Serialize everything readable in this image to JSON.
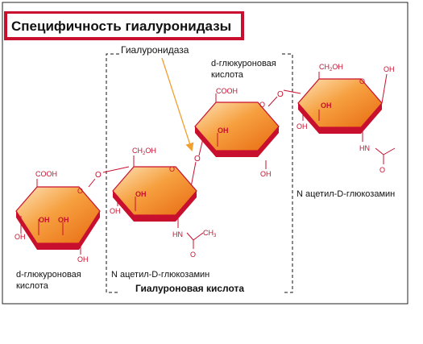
{
  "title": "Специфичность гиалуронидазы",
  "enzyme_label": "Гиалуронидаза",
  "bracket_label": "Гиалуроновая кислота",
  "atoms": {
    "cooh": "COOH",
    "oh": "OH",
    "ch2oh": "CH",
    "ch2oh_sub": "2",
    "ch2oh_tail": "OH",
    "nh": "HN",
    "ch3": "CH",
    "ch3_sub": "3",
    "o": "O"
  },
  "units": [
    {
      "name_line1": "d-глюкуроновая",
      "name_line2": "кислота"
    },
    {
      "name_line1": "N ацетил-D-глюкозамин"
    },
    {
      "name_line1": "d-глюкуроновая",
      "name_line2": "кислота"
    },
    {
      "name_line1": "N ацетил-D-глюкозамин"
    }
  ],
  "colors": {
    "ring_red": "#c8102e",
    "ring_fill_light": "#fbd5a0",
    "ring_fill_dark": "#f07a1a",
    "text_red": "#c8102e",
    "arrow": "#f0a030",
    "title_bar": "#c8102e"
  }
}
